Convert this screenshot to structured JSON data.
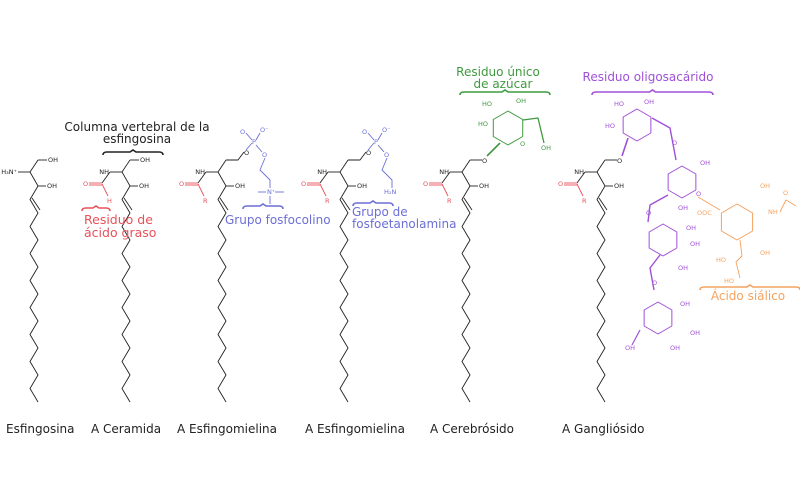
{
  "colors": {
    "black": "#222222",
    "fatty": "#e8515a",
    "phospho": "#6b6fd6",
    "sugar": "#3f9a3f",
    "oligo": "#a050d8",
    "sialic": "#f4a260"
  },
  "annotations": {
    "backbone_line1": "Columna vertebral de la",
    "backbone_line2": "esfingosina",
    "fatty_line1": "Residuo de",
    "fatty_line2": "ácido graso",
    "phosphocholine": "Grupo fosfocolino",
    "phosphoeth_line1": "Grupo de",
    "phosphoeth_line2": "fosfoetanolamina",
    "sugar_line1": "Residuo único",
    "sugar_line2": "de azúcar",
    "oligo": "Residuo oligosacárido",
    "sialic": "Ácido siálico"
  },
  "molecules": [
    {
      "name": "Esfingosina"
    },
    {
      "name": "A Ceramida"
    },
    {
      "name": "A Esfingomielina"
    },
    {
      "name": "A Esfingomielina"
    },
    {
      "name": "A Cerebrósido"
    },
    {
      "name": "A Gangliósido"
    }
  ],
  "atom_labels": {
    "oh": "OH",
    "ho": "HO",
    "nh": "NH",
    "h3n": "H₃N⁺",
    "o": "O",
    "p": "P",
    "ominus": "O⁻",
    "r": "R",
    "h": "H",
    "n": "N⁺",
    "h2n": "H₂N",
    "coo": "OOC"
  }
}
